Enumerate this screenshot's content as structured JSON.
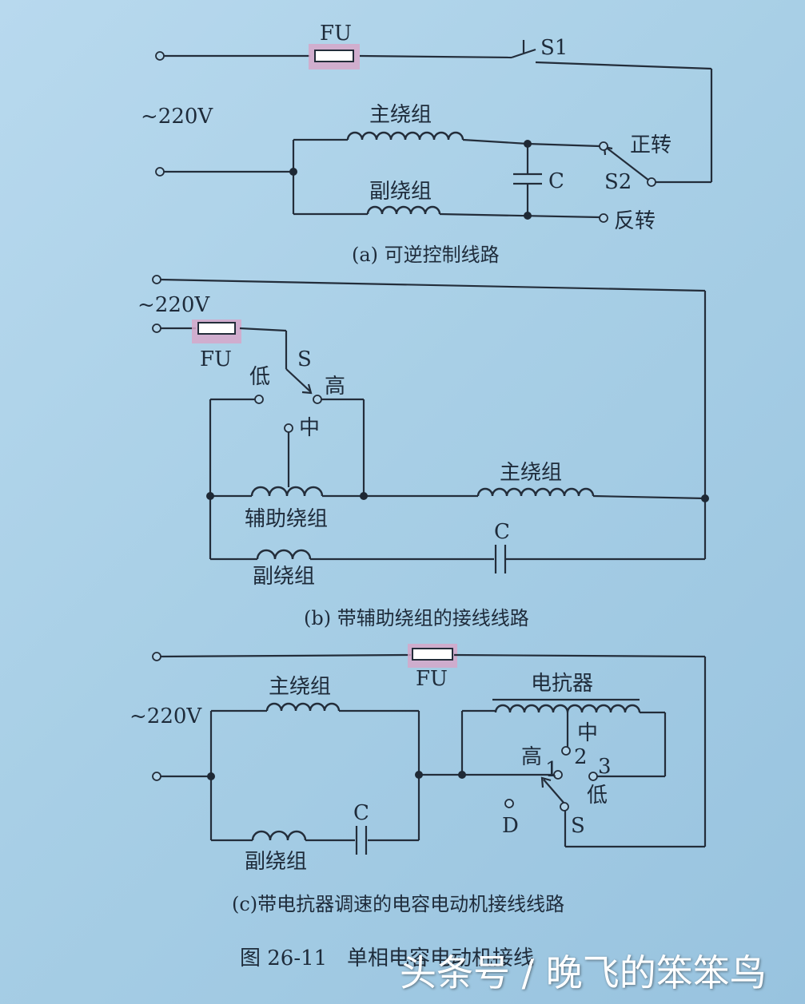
{
  "fig_a": {
    "fu": "FU",
    "s1": "S1",
    "voltage": "~220V",
    "main_winding": "主绕组",
    "aux_winding": "副绕组",
    "cap": "C",
    "forward": "正转",
    "s2": "S2",
    "reverse": "反转",
    "caption": "(a) 可逆控制线路"
  },
  "fig_b": {
    "voltage": "~220V",
    "fu": "FU",
    "s": "S",
    "low": "低",
    "high": "高",
    "mid": "中",
    "main_winding": "主绕组",
    "helper_winding": "辅助绕组",
    "cap": "C",
    "aux_winding": "副绕组",
    "caption": "(b) 带辅助绕组的接线线路"
  },
  "fig_c": {
    "fu": "FU",
    "reactor": "电抗器",
    "main_winding": "主绕组",
    "voltage": "~220V",
    "mid": "中",
    "n2": "2",
    "high": "高",
    "n1": "1",
    "n3": "3",
    "low": "低",
    "d": "D",
    "s": "S",
    "cap": "C",
    "aux_winding": "副绕组",
    "caption": "(c)带电抗器调速的电容电动机接线线路"
  },
  "figure_title": "图 26-11   单相电容电动机接线",
  "watermark": "头条号 / 晚飞的笨笨鸟"
}
